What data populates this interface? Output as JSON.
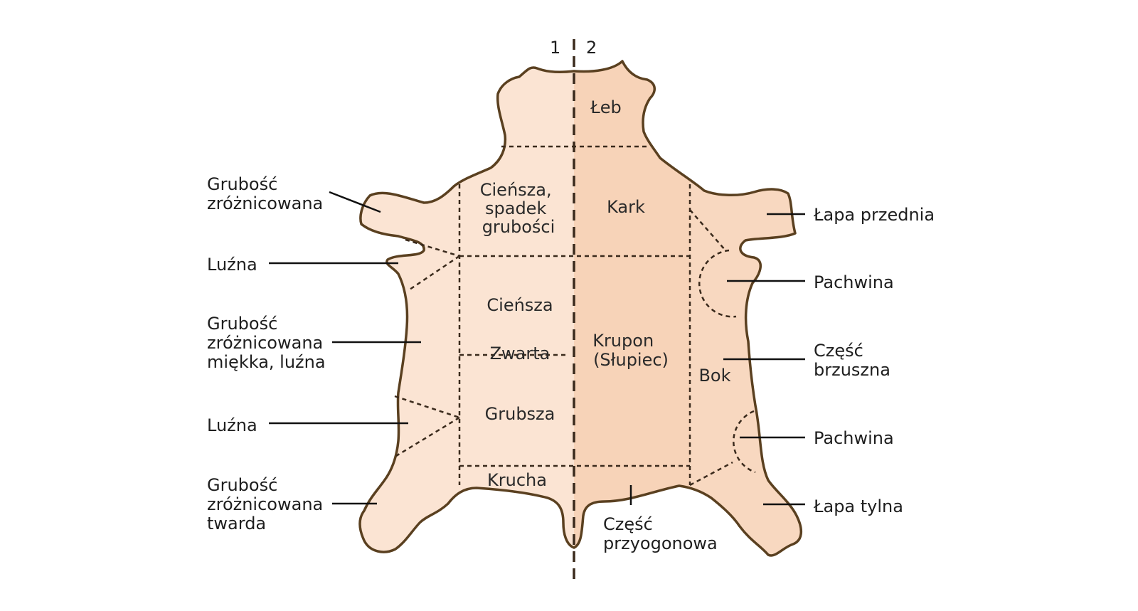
{
  "colors": {
    "outline": "#5a4020",
    "left_half_fill": "#fbe4d3",
    "right_half_fill": "#f7d3b8",
    "flank_fill": "#f8d8c0",
    "axis": "#3a2a1c"
  },
  "axis_labels": {
    "left": "1",
    "right": "2"
  },
  "regions": {
    "leb": "Łeb",
    "ciensza_spadek": [
      "Cieńsza,",
      "spadek",
      "grubości"
    ],
    "kark": "Kark",
    "ciensza": "Cieńsza",
    "zwarta": "Zwarta",
    "krupon": [
      "Krupon",
      "(Słupiec)"
    ],
    "bok": "Bok",
    "grubsza": "Grubsza",
    "krucha": "Krucha",
    "przyogonowa": [
      "Część",
      "przyogonowa"
    ]
  },
  "left_labels": {
    "grubosc_1": [
      "Grubość",
      "zróżnicowana"
    ],
    "luzna_1": "Luźna",
    "grubosc_2": [
      "Grubość",
      "zróżnicowana",
      "miękka, luźna"
    ],
    "luzna_2": "Luźna",
    "grubosc_3": [
      "Grubość",
      "zróżnicowana",
      "twarda"
    ]
  },
  "right_labels": {
    "lapa_przednia": "Łapa przednia",
    "pachwina_1": "Pachwina",
    "czesc_brzuszna": [
      "Część",
      "brzuszna"
    ],
    "pachwina_2": "Pachwina",
    "lapa_tylna": "Łapa tylna"
  }
}
